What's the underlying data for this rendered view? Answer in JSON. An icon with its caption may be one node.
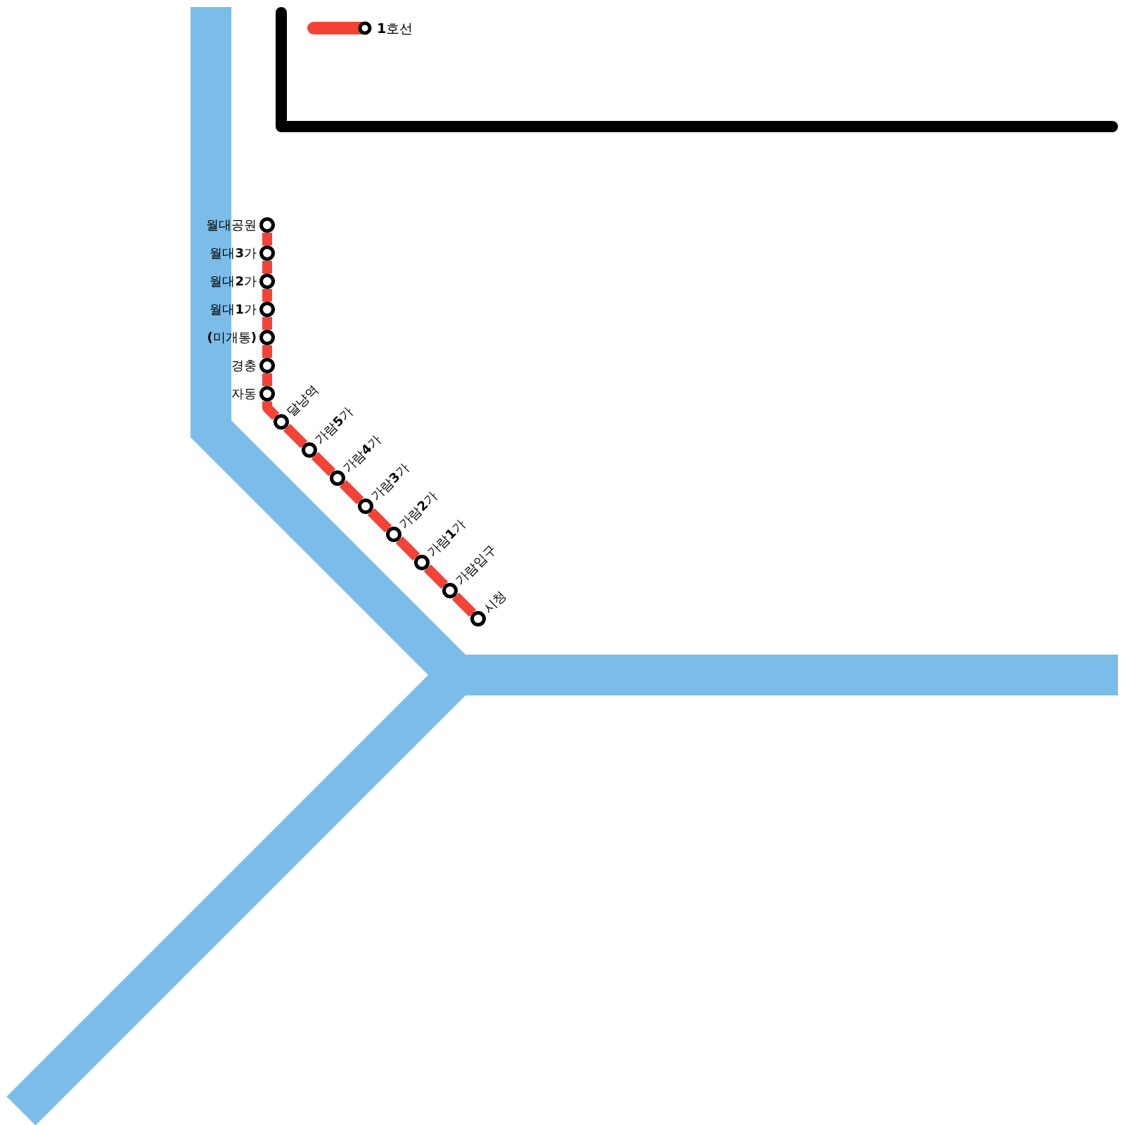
{
  "diagram": {
    "nodes": [
      {
        "text": [
          "월대공원"
        ]
      },
      {
        "text": [
          "월대**3**가"
        ]
      },
      {
        "text": [
          "월대**2**가"
        ]
      },
      {
        "text": [
          "월대**1**가"
        ]
      },
      {
        "text": [
          "**(**미개통**)**"
        ]
      },
      {
        "text": [
          "경충"
        ]
      },
      {
        "text": [
          "자동"
        ]
      },
      {
        "text": [
          "달냥역"
        ]
      },
      {
        "text": [
          "가람**5**가"
        ]
      },
      {
        "text": [
          "가람**4**가"
        ]
      },
      {
        "text": [
          "가람**3**가"
        ]
      },
      {
        "text": [
          "가람**2**가"
        ]
      },
      {
        "text": [
          "가람**1**가"
        ]
      },
      {
        "text": [
          "가람입구"
        ]
      },
      {
        "text": [
          "시청"
        ]
      }
    ],
    "edges": [
      {
        "from": 0,
        "to": 1,
        "arrow": "none"
      },
      {
        "from": 1,
        "to": 2,
        "arrow": "none"
      },
      {
        "from": 2,
        "to": 3,
        "arrow": "none"
      },
      {
        "from": 3,
        "to": 4,
        "arrow": "none"
      },
      {
        "from": 4,
        "to": 5,
        "arrow": "none"
      },
      {
        "from": 5,
        "to": 6,
        "arrow": "none"
      },
      {
        "from": 6,
        "to": 7,
        "arrow": "none"
      },
      {
        "from": 7,
        "to": 8,
        "arrow": "none"
      },
      {
        "from": 8,
        "to": 9,
        "arrow": "none"
      },
      {
        "from": 9,
        "to": 10,
        "arrow": "none"
      },
      {
        "from": 10,
        "to": 11,
        "arrow": "none"
      },
      {
        "from": 11,
        "to": 12,
        "arrow": "none"
      },
      {
        "from": 12,
        "to": 13,
        "arrow": "none"
      },
      {
        "from": 13,
        "to": 14,
        "arrow": "none"
      }
    ],
    "legend": [
      {
        "text": "**1**호선",
        "color": "#f44336"
      }
    ]
  }
}
